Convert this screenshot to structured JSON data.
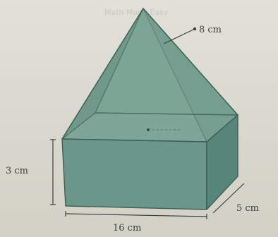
{
  "figure": {
    "header_text": "Math Made Easy",
    "labels": {
      "slant_height": "8 cm",
      "height": "3 cm",
      "length": "16 cm",
      "depth": "5 cm"
    }
  }
}
